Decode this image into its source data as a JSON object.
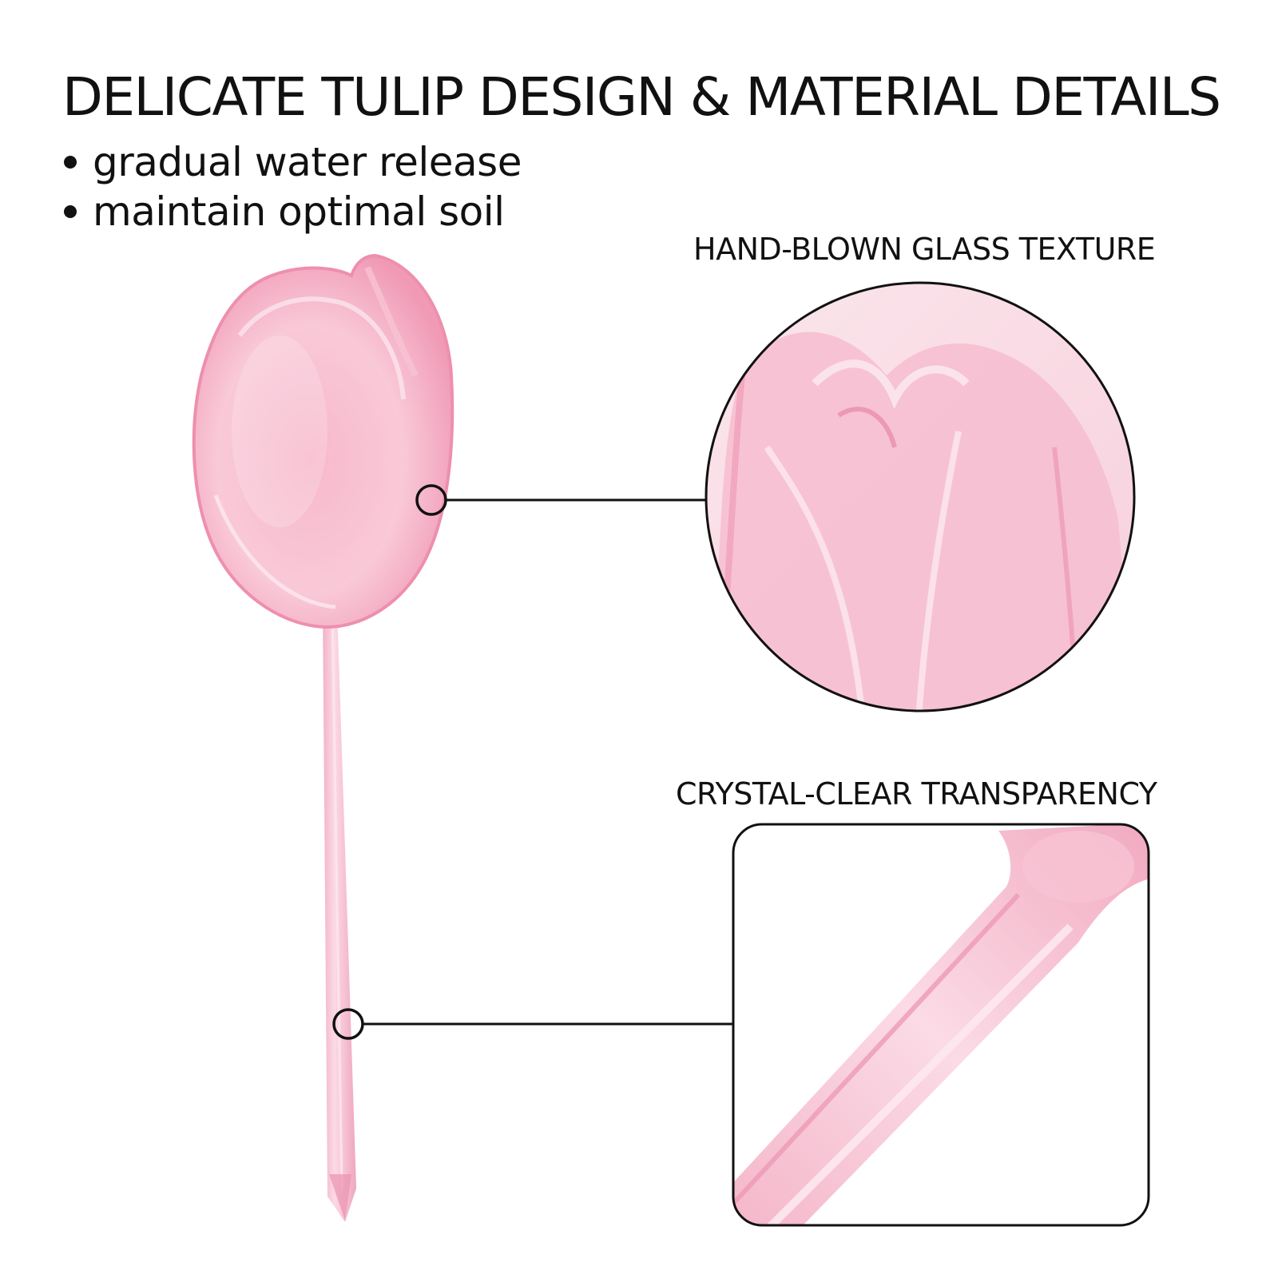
{
  "title": "DELICATE TULIP DESIGN & MATERIAL DETAILS",
  "bullets": [
    "gradual water release",
    "maintain optimal soil"
  ],
  "callouts": [
    {
      "label": "HAND-BLOWN GLASS TEXTURE"
    },
    {
      "label": "CRYSTAL-CLEAR TRANSPARENCY"
    }
  ],
  "colors": {
    "glass_pink": "#f4b3c8",
    "glass_pink_dark": "#e58aa8",
    "line": "#111111"
  }
}
